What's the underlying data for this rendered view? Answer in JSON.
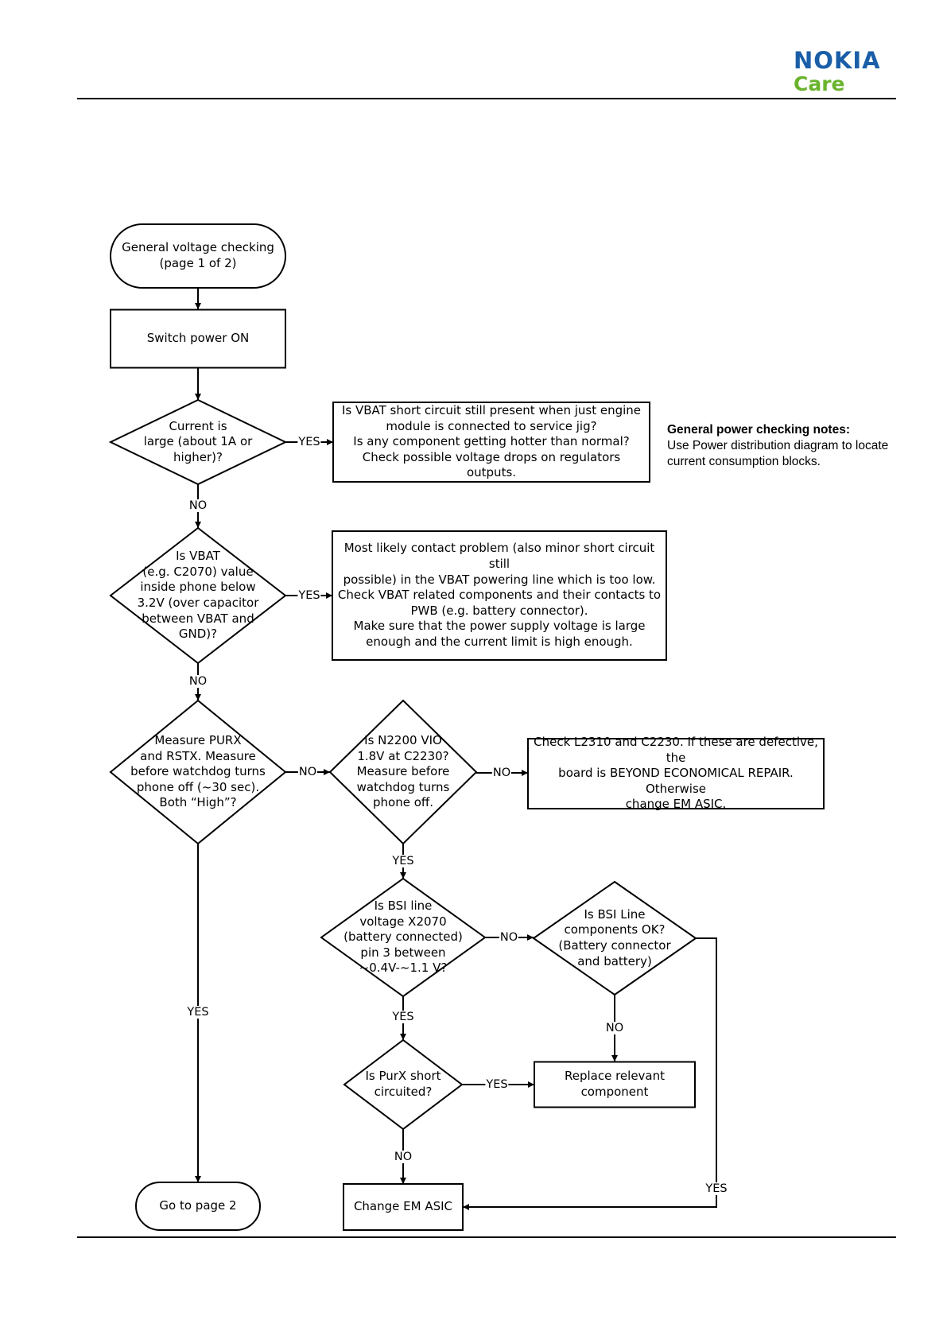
{
  "header": {
    "logo_text": "NOKIA",
    "logo_subtext": "Care",
    "logo_color": "#1a5ea8",
    "logo_subcolor": "#6ab42d"
  },
  "notes": {
    "title": "General power checking notes:",
    "body": "Use Power distribution diagram to locate current consumption blocks."
  },
  "nodes": [
    {
      "id": "start",
      "type": "terminal",
      "text": "General voltage checking\n(page 1 of 2)"
    },
    {
      "id": "switch_on",
      "type": "process",
      "text": "Switch power ON"
    },
    {
      "id": "current_large",
      "type": "decision",
      "text": "Current is\nlarge (about 1A or\nhigher)?"
    },
    {
      "id": "vbat_short",
      "type": "process",
      "text": "Is VBAT short circuit still present when just engine\nmodule is connected to service jig?\nIs any component getting hotter than normal?\nCheck possible voltage drops on regulators outputs."
    },
    {
      "id": "vbat_low",
      "type": "decision",
      "text": "Is VBAT\n(e.g. C2070) value\ninside phone below\n3.2V (over capacitor\nbetween VBAT and\nGND)?"
    },
    {
      "id": "contact_problem",
      "type": "process",
      "text": "Most likely contact problem (also minor short circuit still\npossible) in the VBAT powering line which is too low.\nCheck VBAT related components and their contacts to\nPWB (e.g. battery connector).\nMake sure that the power supply voltage is large\nenough and the current limit is high enough."
    },
    {
      "id": "purx_rstx",
      "type": "decision",
      "text": "Measure PURX\nand RSTX. Measure\nbefore watchdog turns\nphone off (~30 sec).\nBoth “High”?"
    },
    {
      "id": "n2200_vio",
      "type": "decision",
      "text": "Is N2200 VIO\n1.8V at C2230?\nMeasure before\nwatchdog turns\nphone off."
    },
    {
      "id": "check_l2310",
      "type": "process",
      "text": "Check L2310 and C2230. If these are defective, the\nboard is BEYOND ECONOMICAL REPAIR. Otherwise\nchange EM ASIC."
    },
    {
      "id": "bsi_voltage",
      "type": "decision",
      "text": "Is BSI line\nvoltage X2070\n(battery connected)\npin 3 between\n~0.4V-~1.1 V?"
    },
    {
      "id": "bsi_components",
      "type": "decision",
      "text": "Is BSI Line\ncomponents OK?\n(Battery connector\nand battery)"
    },
    {
      "id": "purx_short",
      "type": "decision",
      "text": "Is PurX short\ncircuited?"
    },
    {
      "id": "replace",
      "type": "process",
      "text": "Replace relevant\ncomponent"
    },
    {
      "id": "goto_page2",
      "type": "terminal",
      "text": "Go to page 2"
    },
    {
      "id": "change_asic",
      "type": "process",
      "text": "Change EM ASIC"
    }
  ],
  "edges": [
    {
      "from": "start",
      "to": "switch_on",
      "label": ""
    },
    {
      "from": "switch_on",
      "to": "current_large",
      "label": ""
    },
    {
      "from": "current_large",
      "to": "vbat_short",
      "label": "YES"
    },
    {
      "from": "current_large",
      "to": "vbat_low",
      "label": "NO"
    },
    {
      "from": "vbat_low",
      "to": "contact_problem",
      "label": "YES"
    },
    {
      "from": "vbat_low",
      "to": "purx_rstx",
      "label": "NO"
    },
    {
      "from": "purx_rstx",
      "to": "n2200_vio",
      "label": "NO"
    },
    {
      "from": "purx_rstx",
      "to": "goto_page2",
      "label": "YES"
    },
    {
      "from": "n2200_vio",
      "to": "check_l2310",
      "label": "NO"
    },
    {
      "from": "n2200_vio",
      "to": "bsi_voltage",
      "label": "YES"
    },
    {
      "from": "bsi_voltage",
      "to": "bsi_components",
      "label": "NO"
    },
    {
      "from": "bsi_voltage",
      "to": "purx_short",
      "label": "YES"
    },
    {
      "from": "bsi_components",
      "to": "replace",
      "label": "NO"
    },
    {
      "from": "bsi_components",
      "to": "change_asic",
      "label": "YES"
    },
    {
      "from": "purx_short",
      "to": "replace",
      "label": "YES"
    },
    {
      "from": "purx_short",
      "to": "change_asic",
      "label": "NO"
    }
  ]
}
